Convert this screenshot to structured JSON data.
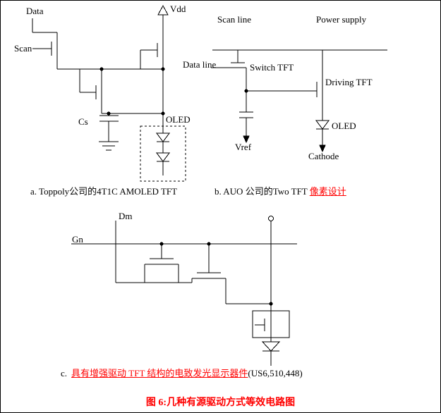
{
  "figure": {
    "caption": "图 6:几种有源驱动方式等效电路图"
  },
  "circuit_a": {
    "caption": "a. Toppoly公司的4T1C AMOLED TFT",
    "labels": {
      "data": "Data",
      "scan": "Scan",
      "vdd": "Vdd",
      "cs": "Cs",
      "oled": "OLED"
    }
  },
  "circuit_b": {
    "caption_main": "b. AUO 公司的Two TFT ",
    "caption_highlight": "像素设计",
    "labels": {
      "scan_line": "Scan line",
      "power_supply": "Power supply",
      "data_line": "Data line",
      "switch_tft": "Switch TFT",
      "driving_tft": "Driving TFT",
      "oled": "OLED",
      "vref": "Vref",
      "cathode": "Cathode"
    }
  },
  "circuit_c": {
    "caption_prefix": "c.",
    "caption_highlight": "具有增强驱动 TFT 结构的电致发光显示器件",
    "caption_suffix": "(US6,510,448)",
    "labels": {
      "dm": "Dm",
      "gn": "Gn"
    }
  },
  "colors": {
    "highlight": "#ff0000",
    "line": "#000000",
    "background": "#ffffff"
  }
}
